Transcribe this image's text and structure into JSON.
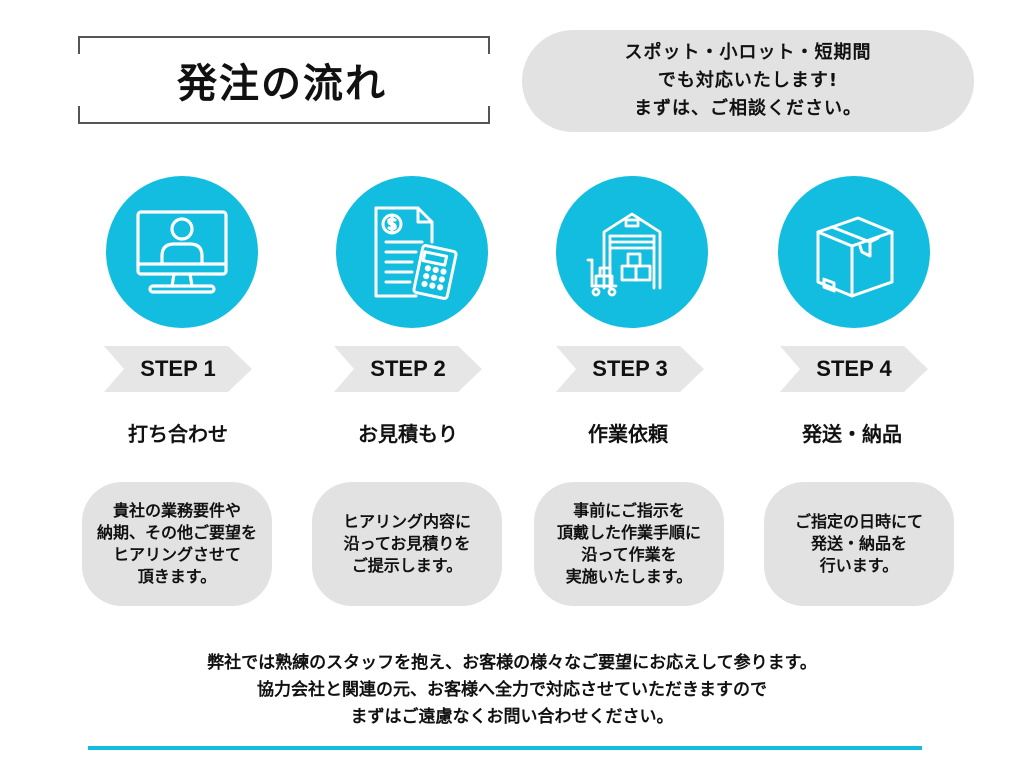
{
  "header": {
    "title": "発注の流れ",
    "note_lines": [
      "スポット・小ロット・短期間",
      "でも対応いたします!",
      "まずは、ご相談ください。"
    ]
  },
  "steps": [
    {
      "step_label": "STEP 1",
      "name": "打ち合わせ",
      "icon": "computer-user-icon",
      "desc": [
        "貴社の業務要件や",
        "納期、その他ご要望を",
        "ヒアリングさせて",
        "頂きます。"
      ]
    },
    {
      "step_label": "STEP 2",
      "name": "お見積もり",
      "icon": "invoice-calculator-icon",
      "desc": [
        "ヒアリング内容に",
        "沿ってお見積りを",
        "ご提示します。"
      ]
    },
    {
      "step_label": "STEP 3",
      "name": "作業依頼",
      "icon": "warehouse-icon",
      "desc": [
        "事前にご指示を",
        "頂戴した作業手順に",
        "沿って作業を",
        "実施いたします。"
      ]
    },
    {
      "step_label": "STEP 4",
      "name": "発送・納品",
      "icon": "package-box-icon",
      "desc": [
        "ご指定の日時にて",
        "発送・納品を",
        "行います。"
      ]
    }
  ],
  "footer": {
    "lines": [
      "弊社では熟練のスタッフを抱え、お客様の様々なご要望にお応えして参ります。",
      "協力会社と関連の元、お客様へ全力で対応させていただきますので",
      "まずはご遠慮なくお問い合わせください。"
    ]
  },
  "colors": {
    "accent": "#12bde0",
    "panel": "#e2e2e2",
    "chevron": "#e6e6e6"
  }
}
